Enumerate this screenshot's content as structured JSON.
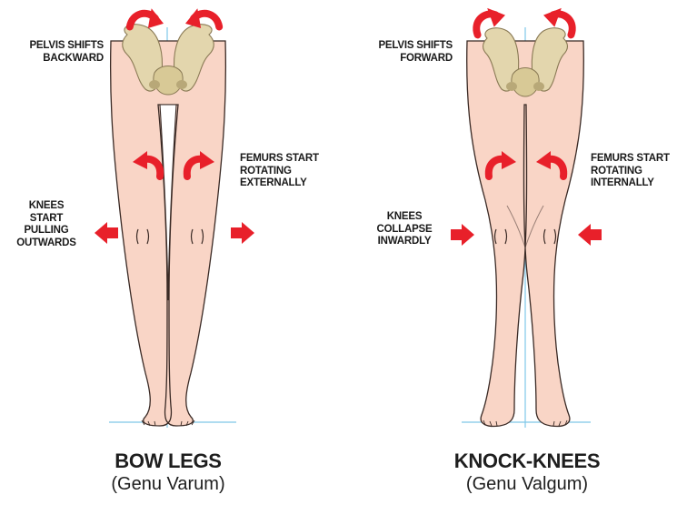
{
  "panels": [
    {
      "key": "bow",
      "pelvis_label": [
        "PELVIS SHIFTS",
        "BACKWARD"
      ],
      "femur_label": [
        "FEMURS START",
        "ROTATING",
        "EXTERNALLY"
      ],
      "knee_label": [
        "KNEES",
        "START",
        "PULLING",
        "OUTWARDS"
      ],
      "title": "BOW LEGS",
      "subtitle": "(Genu Varum)"
    },
    {
      "key": "knock",
      "pelvis_label": [
        "PELVIS SHIFTS",
        "FORWARD"
      ],
      "femur_label": [
        "FEMURS START",
        "ROTATING",
        "INTERNALLY"
      ],
      "knee_label": [
        "KNEES",
        "COLLAPSE",
        "INWARDLY"
      ],
      "title": "KNOCK-KNEES",
      "subtitle": "(Genu Valgum)"
    }
  ],
  "colors": {
    "skin": "#f9d5c6",
    "skin_outline": "#3a2a25",
    "bone": "#e3d6ad",
    "bone_shade": "#b8a878",
    "arrow": "#e8202a",
    "guide_line": "#7fc7e8"
  }
}
